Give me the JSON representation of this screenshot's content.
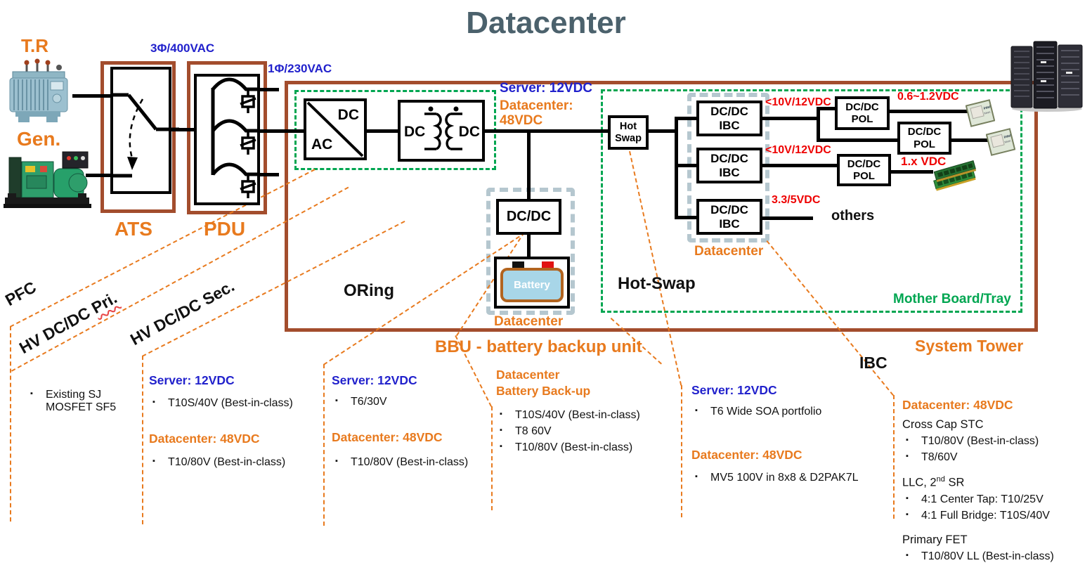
{
  "title": "Datacenter",
  "colors": {
    "orange": "#e87a1e",
    "blue": "#2121cc",
    "green": "#00a651",
    "red": "#ee0000",
    "brown": "#a34d2d",
    "slate": "#4b616c"
  },
  "sources": {
    "transformer": "T.R",
    "generator": "Gen."
  },
  "ac_section": {
    "ats": "ATS",
    "pdu": "PDU",
    "three_phase": "3Φ/400VAC",
    "single_phase": "1Φ/230VAC"
  },
  "front_end": {
    "acdc_dc": "DC",
    "acdc_ac": "AC",
    "dcdc_dc_left": "DC",
    "dcdc_dc_right": "DC",
    "oring": "ORing"
  },
  "rails": {
    "server": "Server: 12VDC",
    "datacenter_l1": "Datacenter:",
    "datacenter_l2": "48VDC"
  },
  "bbu": {
    "converter": "DC/DC",
    "battery": "Battery",
    "caption": "Datacenter",
    "title": "BBU - battery backup unit"
  },
  "hot_swap": {
    "l1": "Hot",
    "l2": "Swap",
    "section": "Hot-Swap"
  },
  "ibc": {
    "l1": "DC/DC",
    "l2": "IBC",
    "caption": "Datacenter",
    "section": "IBC"
  },
  "pol": {
    "l1": "DC/DC",
    "l2": "POL"
  },
  "outputs": {
    "ibc1": "<10V/12VDC",
    "cpu": "0.6~1.2VDC",
    "ibc2": "<10V/12VDC",
    "mem": "1.x VDC",
    "aux": "3.3/5VDC",
    "others": "others"
  },
  "regions": {
    "motherboard": "Mother Board/Tray",
    "system_tower": "System Tower"
  },
  "lanes": {
    "pfc": "PFC",
    "hv_pri_prefix": "HV DC/DC ",
    "hv_pri_word": "Pri.",
    "hv_sec": "HV DC/DC Sec."
  },
  "columns": {
    "pfc": {
      "items": [
        "Existing SJ MOSFET SF5"
      ]
    },
    "hv_pri": {
      "server_h": "Server: 12VDC",
      "server_items": [
        "T10S/40V (Best-in-class)"
      ],
      "dc_h": "Datacenter: 48VDC",
      "dc_items": [
        "T10/80V (Best-in-class)"
      ]
    },
    "hv_sec": {
      "server_h": "Server: 12VDC",
      "server_items": [
        "T6/30V"
      ],
      "dc_h": "Datacenter: 48VDC",
      "dc_items": [
        "T10/80V (Best-in-class)"
      ]
    },
    "bbu": {
      "h1": "Datacenter",
      "h2": "Battery Back-up",
      "items": [
        "T10S/40V (Best-in-class)",
        "T8 60V",
        "T10/80V (Best-in-class)"
      ]
    },
    "hot_swap": {
      "server_h": "Server: 12VDC",
      "server_items": [
        "T6 Wide SOA portfolio"
      ],
      "dc_h": "Datacenter: 48VDC",
      "dc_items": [
        "MV5 100V in 8x8 & D2PAK7L"
      ]
    },
    "ibc": {
      "h": "Datacenter: 48VDC",
      "groups": [
        {
          "t": "Cross Cap STC",
          "items": [
            "T10/80V (Best-in-class)",
            "T8/60V"
          ]
        },
        {
          "t_pre": "LLC, 2",
          "t_sup": "nd",
          "t_post": " SR",
          "items": [
            "4:1 Center Tap: T10/25V",
            "4:1 Full Bridge: T10S/40V"
          ]
        },
        {
          "t": "Primary FET",
          "items": [
            "T10/80V LL (Best-in-class)"
          ]
        }
      ]
    }
  }
}
